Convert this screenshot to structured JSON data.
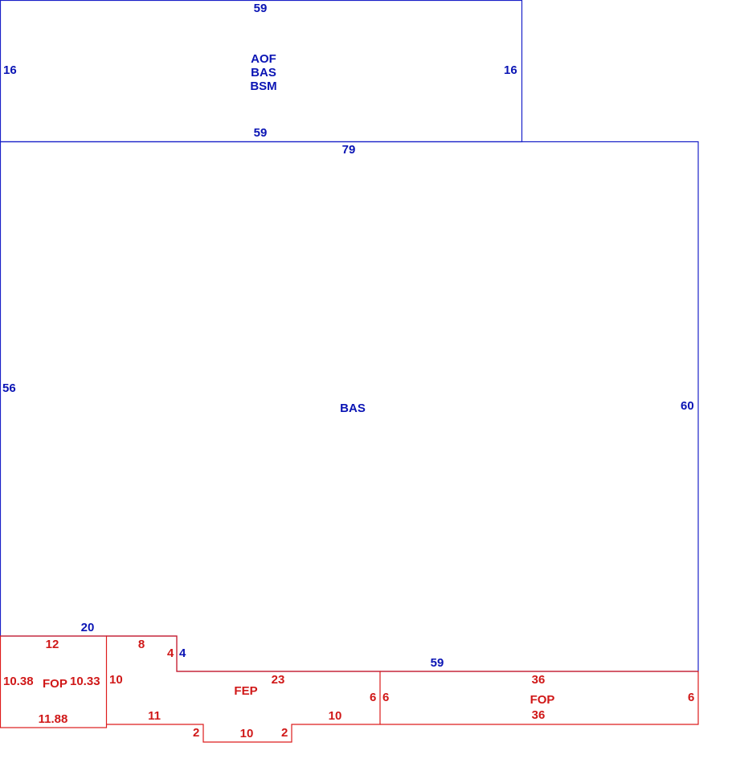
{
  "colors": {
    "main_area": "#0a14b4",
    "porch_area": "#d01818"
  },
  "areas": {
    "upper": {
      "top": "59",
      "bottom": "59",
      "left": "16",
      "right": "16",
      "codes": [
        "AOF",
        "BAS",
        "BSM"
      ]
    },
    "main": {
      "top": "79",
      "left": "56",
      "right": "60",
      "code": "BAS",
      "bottom_left": "20",
      "notch_side": "4",
      "bottom_right": "59"
    },
    "fop_left": {
      "top": "12",
      "left": "10.38",
      "right": "10.33",
      "bottom": "11.88",
      "code": "FOP"
    },
    "fep": {
      "code": "FEP",
      "top_left": "8",
      "step_left": "4",
      "left": "10",
      "top": "23",
      "bottom_left": "11",
      "notch_left": "2",
      "notch_bottom": "10",
      "notch_right": "2",
      "bottom_right": "10",
      "right": "6"
    },
    "fop_right": {
      "left": "6",
      "top": "36",
      "code": "FOP",
      "bottom": "36",
      "right": "6"
    }
  }
}
